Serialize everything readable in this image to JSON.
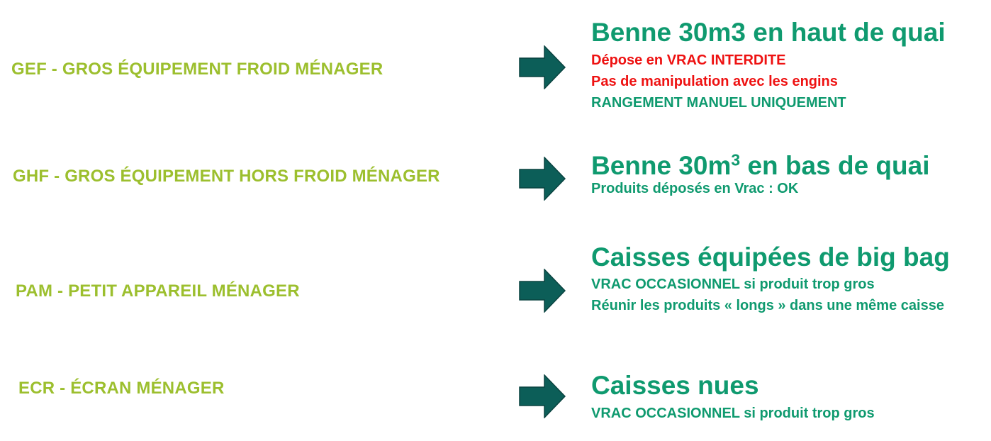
{
  "rows": [
    {
      "category": "GEF - GROS ÉQUIPEMENT FROID MÉNAGER",
      "title": "Benne 30m3 en haut de quai",
      "lines": [
        {
          "text": "Dépose en VRAC INTERDITE",
          "color": "#ee1111"
        },
        {
          "text": "Pas de manipulation avec les engins",
          "color": "#ee1111"
        },
        {
          "text": "RANGEMENT MANUEL UNIQUEMENT",
          "color": "#0f9a6f"
        }
      ]
    },
    {
      "category": "GHF - GROS ÉQUIPEMENT HORS FROID MÉNAGER",
      "title_main": "Benne 30m",
      "title_sup": "3",
      "title_rest": " en bas de quai",
      "lines": [
        {
          "text": "Produits déposés en Vrac : OK",
          "color": "#0f9a6f"
        }
      ]
    },
    {
      "category": "PAM - PETIT APPAREIL MÉNAGER",
      "title": "Caisses équipées de big bag",
      "lines": [
        {
          "text": "VRAC OCCASIONNEL si produit trop gros",
          "color": "#0f9a6f"
        },
        {
          "text": "Réunir les produits « longs » dans une même caisse",
          "color": "#0f9a6f"
        }
      ]
    },
    {
      "category": "ECR - ÉCRAN MÉNAGER",
      "title": "Caisses nues",
      "lines": [
        {
          "text": "VRAC OCCASIONNEL si produit trop gros",
          "color": "#0f9a6f"
        }
      ]
    }
  ],
  "colors": {
    "category": "#9cbf2e",
    "title": "#0f9a6f",
    "arrow_fill": "#0c5e58",
    "arrow_stroke": "#0a4340"
  },
  "icons": {
    "arrow": "right-arrow-icon"
  }
}
